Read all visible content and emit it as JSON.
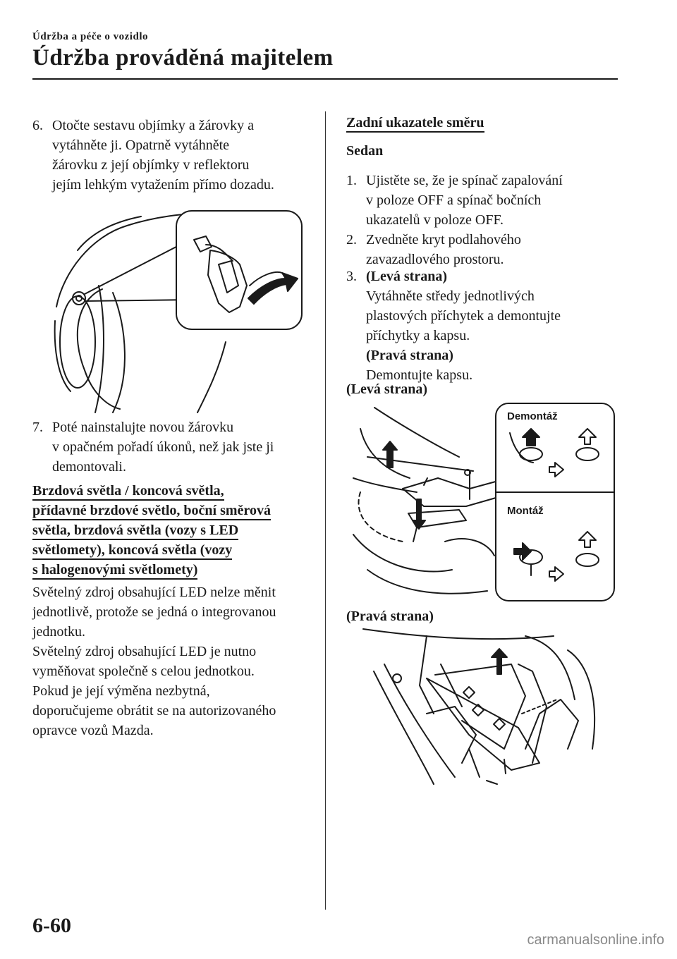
{
  "header": {
    "breadcrumb": "Údržba a péče o vozidlo",
    "title": "Údržba prováděná majitelem"
  },
  "left": {
    "step6_num": "6.",
    "step6_lines": [
      "Otočte sestavu objímky a žárovky a",
      "vytáhněte ji. Opatrně vytáhněte",
      "žárovku z její objímky v reflektoru",
      "jejím lehkým vytažením přímo dozadu."
    ],
    "step7_num": "7.",
    "step7_lines": [
      "Poté nainstalujte novou žárovku",
      "v opačném pořadí úkonů, než jak jste ji",
      "demontovali."
    ],
    "section_lines": [
      "Brzdová světla / koncová světla,",
      "přídavné brzdové světlo, boční směrová",
      "světla, brzdová světla (vozy s LED",
      "světlomety), koncová světla (vozy",
      "s halogenovými světlomety)"
    ],
    "body_lines": [
      "Světelný zdroj obsahující LED nelze měnit",
      "jednotlivě, protože se jedná o integrovanou",
      "jednotku.",
      "Světelný zdroj obsahující LED je nutno",
      "vyměňovat společně s celou jednotkou.",
      "Pokud je její výměna nezbytná,",
      "doporučujeme obrátit se na autorizovaného",
      "opravce vozů Mazda."
    ]
  },
  "right": {
    "section": "Zadní ukazatele směru",
    "subsection": "Sedan",
    "step1_num": "1.",
    "step1_lines": [
      "Ujistěte se, že je spínač zapalování",
      "v poloze OFF a spínač bočních",
      "ukazatelů v poloze OFF."
    ],
    "step2_num": "2.",
    "step2_lines": [
      "Zvedněte kryt podlahového",
      "zavazadlového prostoru."
    ],
    "step3_num": "3.",
    "step3_left_label": "(Levá strana)",
    "step3_left_lines": [
      "Vytáhněte středy jednotlivých",
      "plastových příchytek a demontujte",
      "příchytky a kapsu."
    ],
    "step3_right_label": "(Pravá strana)",
    "step3_right_text": "Demontujte kapsu.",
    "left_side_label": "(Levá strana)",
    "removal_label": "Demontáž",
    "install_label": "Montáž",
    "right_side_label": "(Pravá strana)"
  },
  "footer": {
    "page_number": "6-60",
    "watermark": "carmanualsonline.info"
  }
}
